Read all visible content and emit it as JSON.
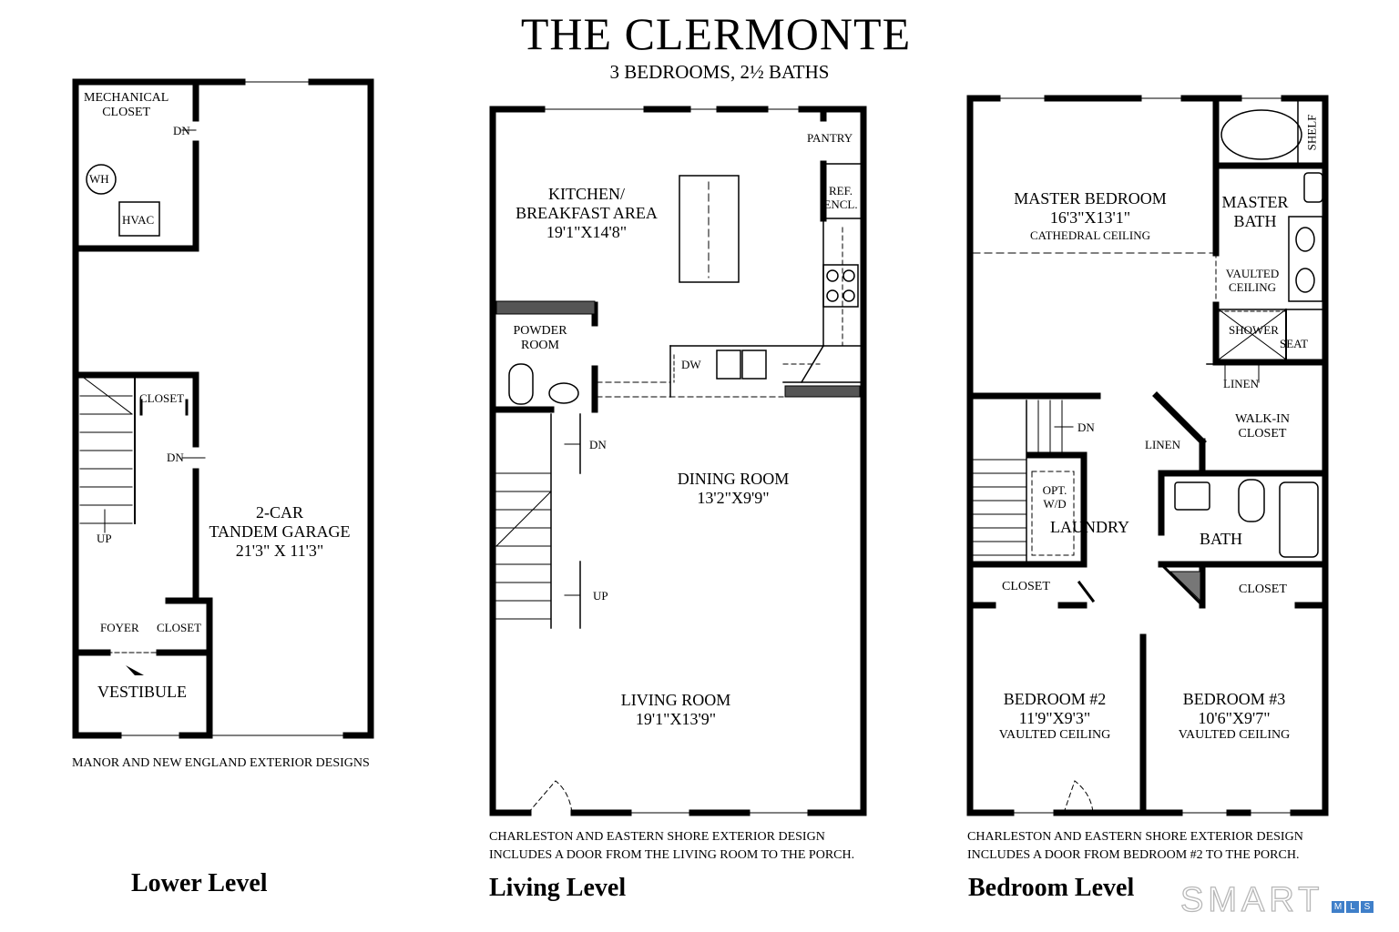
{
  "title": "THE CLERMONTE",
  "subtitle": "3 BEDROOMS, 2½ BATHS",
  "lower": {
    "level": "Lower Level",
    "mechanical": "MECHANICAL\nCLOSET",
    "dn": "DN",
    "wh": "WH",
    "hvac": "HVAC",
    "closet": "CLOSET",
    "dn2": "DN",
    "up": "UP",
    "garage": "2-CAR\nTANDEM GARAGE\n21'3\" X 11'3\"",
    "foyer": "FOYER",
    "closet2": "CLOSET",
    "vestibule": "VESTIBULE",
    "note": "MANOR AND NEW ENGLAND EXTERIOR DESIGNS"
  },
  "living": {
    "level": "Living Level",
    "pantry": "PANTRY",
    "kitchen": "KITCHEN/\nBREAKFAST AREA\n19'1\"X14'8\"",
    "ref": "REF.\nENCL.",
    "dw": "DW",
    "powder": "POWDER\nROOM",
    "dn": "DN",
    "up": "UP",
    "dining": "DINING ROOM\n13'2\"X9'9\"",
    "livingroom": "LIVING ROOM\n19'1\"X13'9\"",
    "note": "CHARLESTON AND EASTERN SHORE EXTERIOR DESIGN\nINCLUDES A DOOR FROM THE LIVING ROOM TO THE PORCH."
  },
  "bedroom": {
    "level": "Bedroom Level",
    "master_name": "MASTER BEDROOM",
    "master_size": "16'3\"X13'1\"",
    "master_ceiling": "CATHEDRAL CEILING",
    "master_bath": "MASTER\nBATH",
    "shelf": "SHELF",
    "vaulted": "VAULTED\nCEILING",
    "shower": "SHOWER",
    "seat": "SEAT",
    "linen1": "LINEN",
    "walkin": "WALK-IN\nCLOSET",
    "dn": "DN",
    "linen2": "LINEN",
    "optwd": "OPT.\nW/D",
    "laundry": "LAUNDRY",
    "bath": "BATH",
    "closet_l": "CLOSET",
    "closet_r": "CLOSET",
    "bed2_name": "BEDROOM #2",
    "bed2_size": "11'9\"X9'3\"",
    "bed2_ceiling": "VAULTED CEILING",
    "bed3_name": "BEDROOM #3",
    "bed3_size": "10'6\"X9'7\"",
    "bed3_ceiling": "VAULTED CEILING",
    "note": "CHARLESTON AND EASTERN SHORE EXTERIOR DESIGN\nINCLUDES A DOOR FROM BEDROOM #2 TO THE PORCH."
  },
  "watermark": {
    "brand": "SMART",
    "sub": [
      "M",
      "L",
      "S"
    ],
    "color": "#3f7fc9"
  }
}
